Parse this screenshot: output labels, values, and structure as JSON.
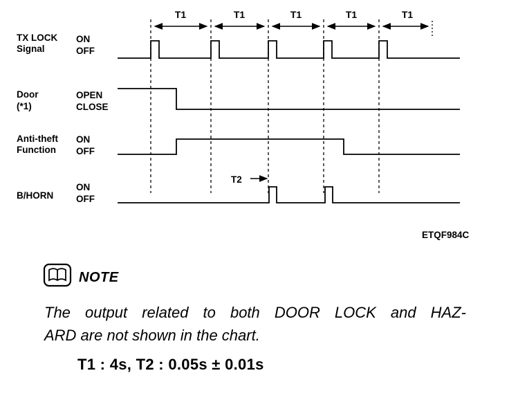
{
  "diagram": {
    "t1_label": "T1",
    "t2_label": "T2",
    "code_label": "ETQF984C",
    "signals": [
      {
        "name_line1": "TX LOCK",
        "name_line2": "Signal",
        "high": "ON",
        "low": "OFF"
      },
      {
        "name_line1": "Door",
        "name_line2": "(*1)",
        "high": "OPEN",
        "low": "CLOSE"
      },
      {
        "name_line1": "Anti-theft",
        "name_line2": "Function",
        "high": "ON",
        "low": "OFF"
      },
      {
        "name_line1": "B/HORN",
        "name_line2": "",
        "high": "ON",
        "low": "OFF"
      }
    ]
  },
  "note": {
    "title": "NOTE",
    "line1": "The output related to both DOOR LOCK and HAZ-",
    "line2": "ARD are not shown in the chart.",
    "timing": "T1 : 4s, T2 : 0.05s ± 0.01s"
  },
  "chart_data": {
    "type": "timing-diagram",
    "t1": "4s",
    "t2": "0.05s ± 0.01s",
    "time_axis": "5 consecutive T1 intervals (4s each) marked with double-headed arrows and dashed gridlines",
    "signals": [
      {
        "name": "TX LOCK Signal",
        "levels": [
          "ON",
          "OFF"
        ],
        "behavior": "OFF baseline with a short ON pulse at the start of each of the 5 T1 intervals"
      },
      {
        "name": "Door (*1)",
        "levels": [
          "OPEN",
          "CLOSE"
        ],
        "behavior": "OPEN at start; changes to CLOSE shortly after the first TX LOCK pulse and remains CLOSE"
      },
      {
        "name": "Anti-theft Function",
        "levels": [
          "ON",
          "OFF"
        ],
        "behavior": "OFF at start; turns ON when the door closes; turns OFF between the 4th and 5th T1 marks"
      },
      {
        "name": "B/HORN",
        "levels": [
          "ON",
          "OFF"
        ],
        "behavior": "OFF baseline with two short ON pulses of width T2 aligned with the 3rd and 4th T1 marks"
      }
    ]
  }
}
